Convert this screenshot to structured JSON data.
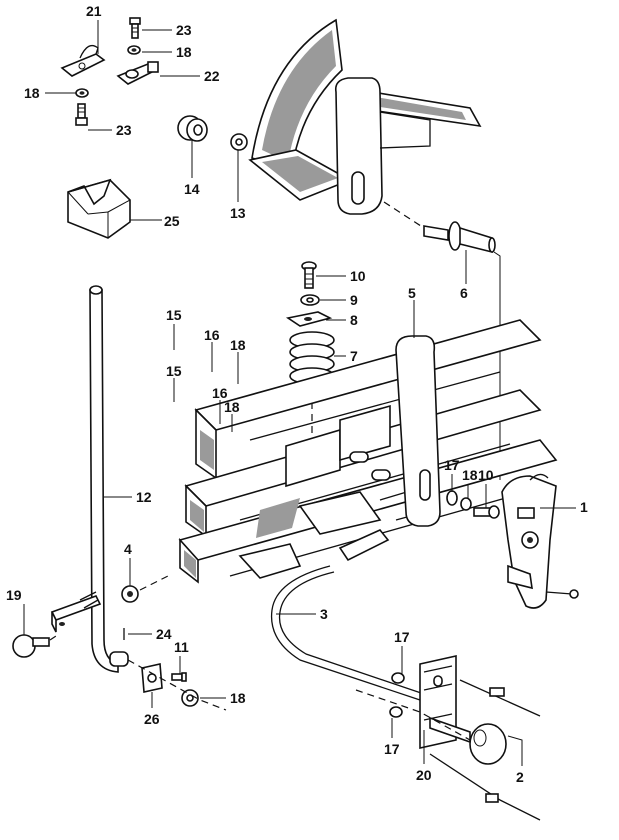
{
  "callouts": [
    {
      "id": "c21a",
      "text": "21"
    },
    {
      "id": "c23a",
      "text": "23"
    },
    {
      "id": "c18a",
      "text": "18"
    },
    {
      "id": "c22",
      "text": "22"
    },
    {
      "id": "c18b",
      "text": "18"
    },
    {
      "id": "c23b",
      "text": "23"
    },
    {
      "id": "c14",
      "text": "14"
    },
    {
      "id": "c13",
      "text": "13"
    },
    {
      "id": "c25",
      "text": "25"
    },
    {
      "id": "c10a",
      "text": "10"
    },
    {
      "id": "c9",
      "text": "9"
    },
    {
      "id": "c8",
      "text": "8"
    },
    {
      "id": "c7",
      "text": "7"
    },
    {
      "id": "c5",
      "text": "5"
    },
    {
      "id": "c6",
      "text": "6"
    },
    {
      "id": "c15a",
      "text": "15"
    },
    {
      "id": "c16a",
      "text": "16"
    },
    {
      "id": "c18c",
      "text": "18"
    },
    {
      "id": "c15b",
      "text": "15"
    },
    {
      "id": "c16b",
      "text": "16"
    },
    {
      "id": "c18d",
      "text": "18"
    },
    {
      "id": "c12",
      "text": "12"
    },
    {
      "id": "c17a",
      "text": "17"
    },
    {
      "id": "c18e",
      "text": "18"
    },
    {
      "id": "c10b",
      "text": "10"
    },
    {
      "id": "c1",
      "text": "1"
    },
    {
      "id": "c4",
      "text": "4"
    },
    {
      "id": "c3",
      "text": "3"
    },
    {
      "id": "c19",
      "text": "19"
    },
    {
      "id": "c24",
      "text": "24"
    },
    {
      "id": "c11",
      "text": "11"
    },
    {
      "id": "c18f",
      "text": "18"
    },
    {
      "id": "c26",
      "text": "26"
    },
    {
      "id": "c17b",
      "text": "17"
    },
    {
      "id": "c17c",
      "text": "17"
    },
    {
      "id": "c20",
      "text": "20"
    },
    {
      "id": "c2",
      "text": "2"
    }
  ]
}
